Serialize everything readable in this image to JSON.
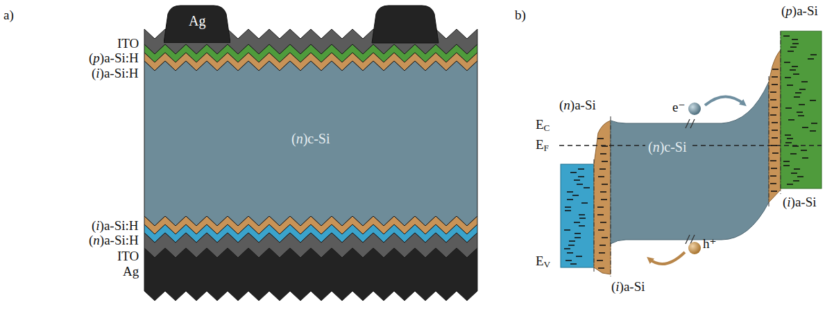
{
  "diagram": {
    "nodes": [
      {
        "text": [
          "Ag"
        ]
      },
      {
        "text": [
          "(n)c-Si"
        ]
      },
      {
        "text": [
          "(n)c-Si"
        ]
      }
    ],
    "labels": [
      "a)",
      "b)",
      "ITO",
      "(p)a-Si:H",
      "(i)a-Si:H",
      "(i)a-Si:H",
      "(n)a-Si:H",
      "ITO",
      "Ag",
      "(p)a-Si",
      "(n)a-Si",
      "EC",
      "EF",
      "EV",
      "e⁻",
      "h⁺",
      "(i)a-Si",
      "(i)a-Si"
    ]
  }
}
